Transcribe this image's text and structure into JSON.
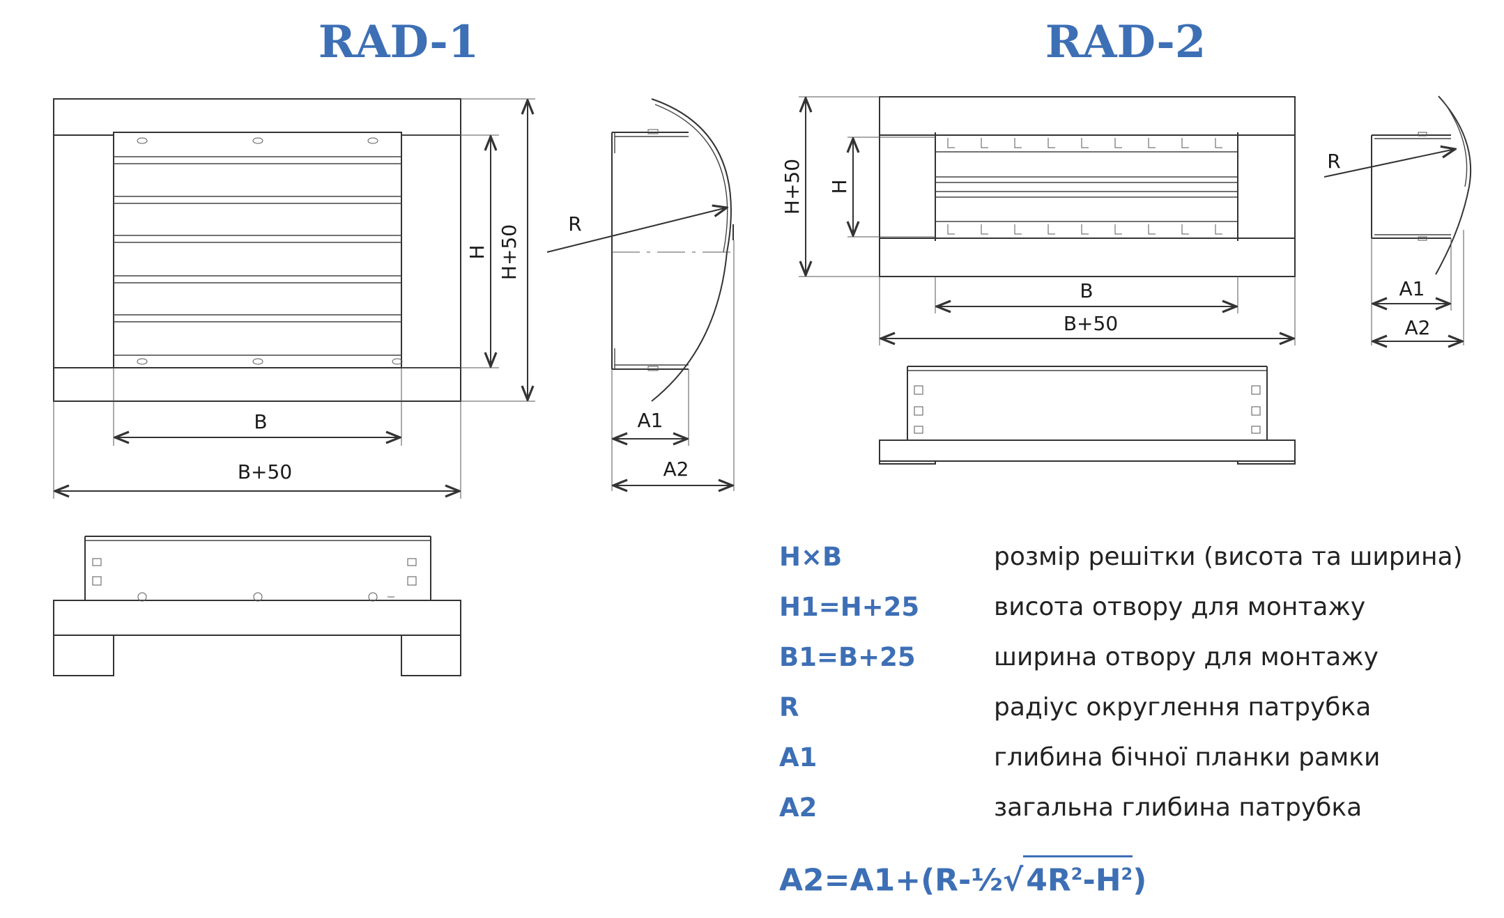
{
  "titles": {
    "left": "RAD-1",
    "right": "RAD-2"
  },
  "dimensions": {
    "H": "H",
    "H_plus_50": "H+50",
    "B": "B",
    "B_plus_50": "B+50",
    "R": "R",
    "A1": "A1",
    "A2": "A2"
  },
  "legend": [
    {
      "key": "H×B",
      "desc": "розмір решітки (висота та ширина)"
    },
    {
      "key": "H1=H+25",
      "desc": "висота отвору для монтажу"
    },
    {
      "key": "B1=B+25",
      "desc": "ширина отвору для монтажу"
    },
    {
      "key": "R",
      "desc": "радіус округлення патрубка"
    },
    {
      "key": "A1",
      "desc": "глибина бічної планки рамки"
    },
    {
      "key": "A2",
      "desc": "загальна глибина патрубка"
    }
  ],
  "formula": {
    "prefix": "A2=A1+(R-½",
    "sqrt_symbol": "√",
    "radicand_4R": "4R",
    "radicand_minus_H": "-H",
    "sup2": "2",
    "suffix": ")"
  },
  "colors": {
    "accent": "#3d6fb5",
    "line": "#333333"
  }
}
